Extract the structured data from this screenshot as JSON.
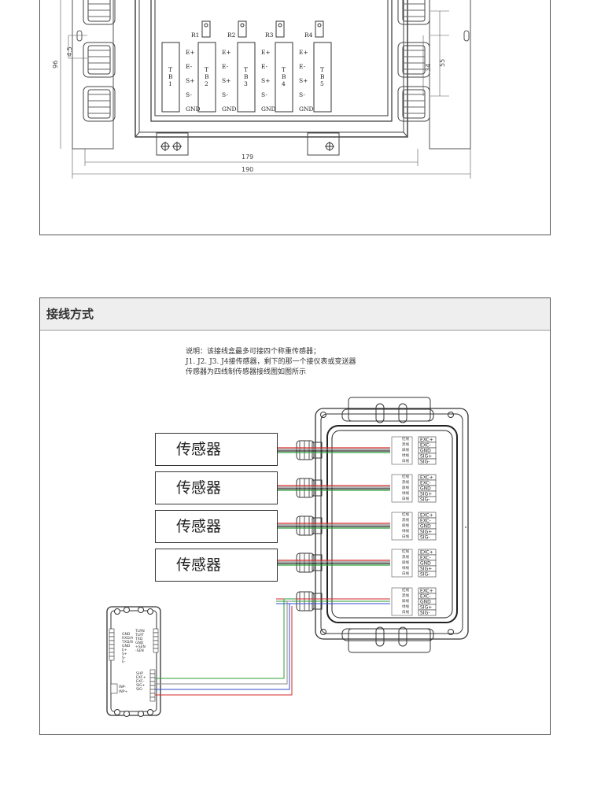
{
  "section_title": "接线方式",
  "notes": {
    "line1": "说明：该接线盒最多可接四个称重传感器；",
    "line2": "J1. J2. J3. J4接传感器，剩下的那一个接仪表或变送器",
    "line3": "传感器为四线制传感器接线图如图所示"
  },
  "sensor_label": "传感器",
  "top_drawing": {
    "pots": [
      "R1",
      "R2",
      "R3",
      "R4"
    ],
    "tb_names": [
      "TB1",
      "TB2",
      "TB3",
      "TB4",
      "TB5"
    ],
    "pins": [
      "E+",
      "E-",
      "S+",
      "S-",
      "GND"
    ],
    "dims": {
      "d179": "179",
      "d190": "190",
      "d96": "96",
      "d45": "4.5",
      "d34": "34",
      "d55": "55"
    }
  },
  "terminal_labels": [
    "EXC+",
    "EXC-",
    "GND",
    "SIG+",
    "SIG-"
  ],
  "wire_colors_text": [
    "红线",
    "黑线",
    "屏线",
    "绿线",
    "白线"
  ],
  "colors": {
    "red": "#d42a2a",
    "black": "#222222",
    "green": "#2e9e3a",
    "blue": "#2f4fd1",
    "gray": "#888888"
  },
  "indicator": {
    "left_pins": [
      "GND",
      "RXD/A",
      "TXD/B",
      "GND",
      "E+",
      "S+",
      "S-",
      "E-"
    ],
    "right_pins": [
      "TLRN",
      "TLRT",
      "TXD",
      "GND",
      "+SEN",
      "-SEN"
    ],
    "bottom_pins": [
      "SHP",
      "EXC+",
      "EXC-",
      "SIG+",
      "SIG-"
    ],
    "extra": [
      "INP-",
      "INP+"
    ]
  }
}
